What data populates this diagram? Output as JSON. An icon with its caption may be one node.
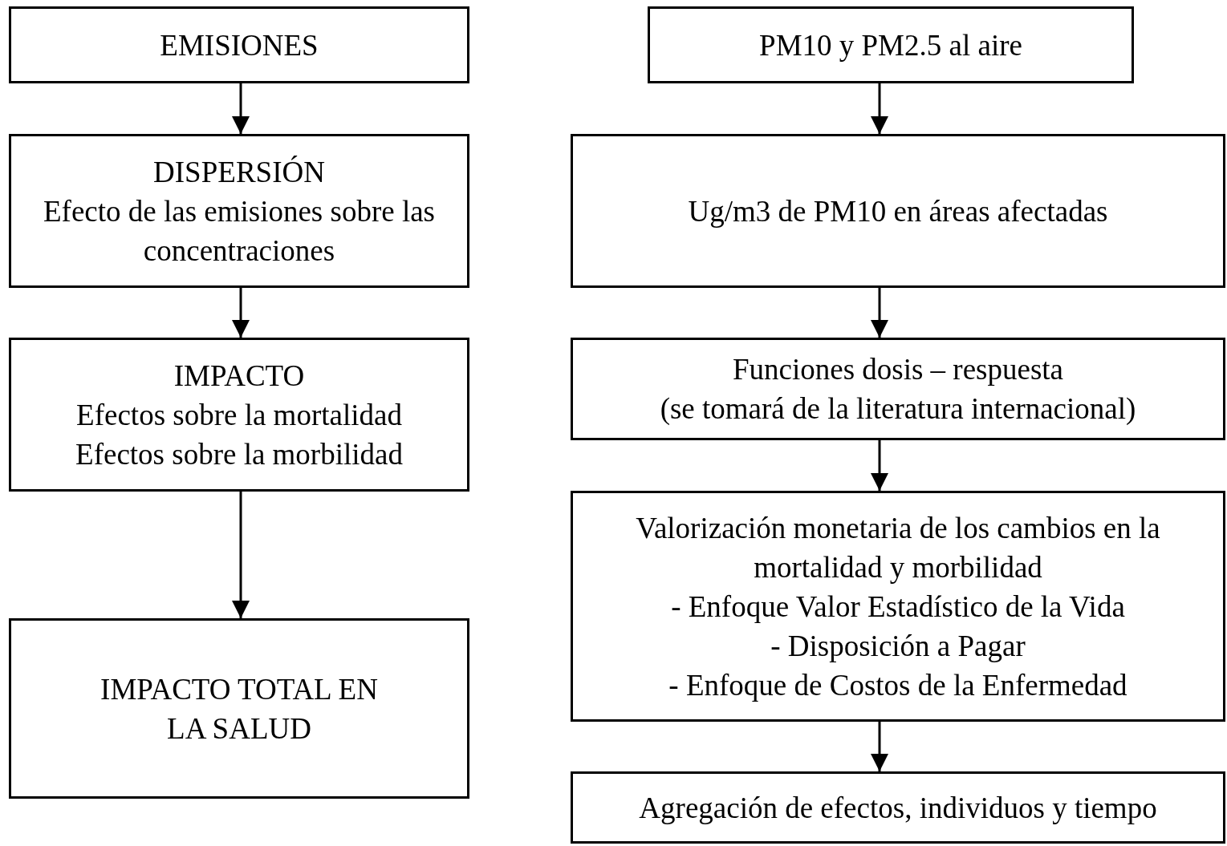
{
  "diagram": {
    "nodes": [
      {
        "text": [
          "EMISIONES"
        ]
      },
      {
        "text": [
          "DISPERSIÓN",
          "Efecto de las emisiones sobre las concentraciones"
        ]
      },
      {
        "text": [
          "IMPACTO",
          "Efectos sobre la mortalidad",
          "Efectos sobre la morbilidad"
        ]
      },
      {
        "text": [
          "IMPACTO TOTAL EN LA SALUD"
        ]
      },
      {
        "text": [
          "PM10 y PM2.5 al aire"
        ]
      },
      {
        "text": [
          "Ug/m3 de PM10 en áreas afectadas"
        ]
      },
      {
        "text": [
          "Funciones dosis – respuesta",
          "(se tomará de la literatura internacional)"
        ]
      },
      {
        "text": [
          "Valorización monetaria de los cambios en la mortalidad y morbilidad",
          "- Enfoque Valor Estadístico de la Vida",
          "- Disposición a Pagar",
          "- Enfoque de Costos de la Enfermedad"
        ]
      },
      {
        "text": [
          "Agregación de efectos, individuos y tiempo"
        ]
      }
    ],
    "edges": [
      {
        "from": 0,
        "to": 1,
        "arrow": "to"
      },
      {
        "from": 1,
        "to": 2,
        "arrow": "to"
      },
      {
        "from": 2,
        "to": 3,
        "arrow": "to"
      },
      {
        "from": 4,
        "to": 5,
        "arrow": "to"
      },
      {
        "from": 5,
        "to": 6,
        "arrow": "to"
      },
      {
        "from": 6,
        "to": 7,
        "arrow": "to"
      },
      {
        "from": 7,
        "to": 8,
        "arrow": "to"
      }
    ]
  }
}
